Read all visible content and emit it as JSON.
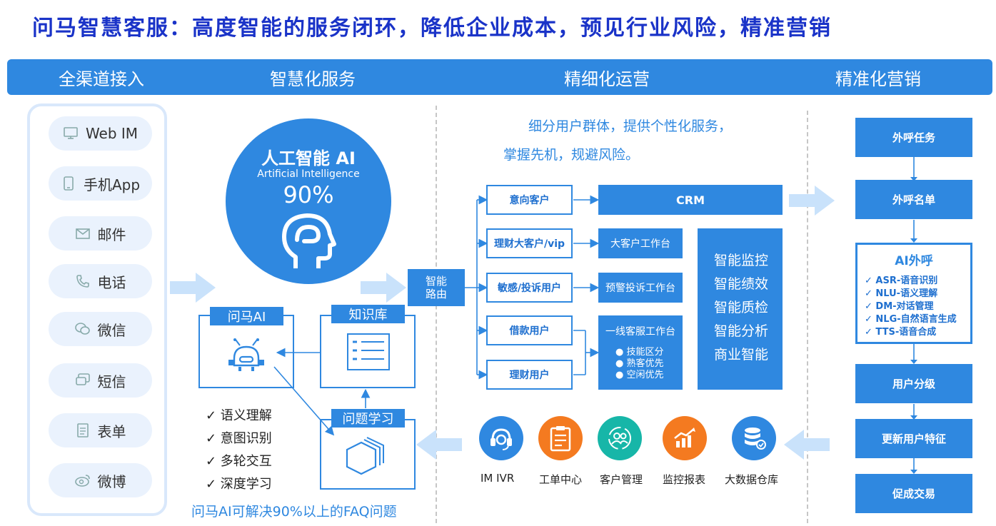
{
  "title": "问马智慧客服：高度智能的服务闭环，降低企业成本，预见行业风险，精准营销",
  "header": {
    "col1": "全渠道接入",
    "col2": "智慧化服务",
    "col3": "精细化运营",
    "col4": "精准化营销"
  },
  "channels": [
    {
      "label": "Web IM",
      "icon": "monitor-icon"
    },
    {
      "label": "手机App",
      "icon": "phone-icon"
    },
    {
      "label": "邮件",
      "icon": "mail-icon"
    },
    {
      "label": "电话",
      "icon": "telephone-icon"
    },
    {
      "label": "微信",
      "icon": "wechat-icon"
    },
    {
      "label": "短信",
      "icon": "sms-icon"
    },
    {
      "label": "表单",
      "icon": "form-icon"
    },
    {
      "label": "微博",
      "icon": "weibo-icon"
    }
  ],
  "ai": {
    "title": "人工智能 AI",
    "subtitle": "Artificial Intelligence",
    "percent": "90%"
  },
  "wenma_ai": "问马AI",
  "knowledge_base": "知识库",
  "question_learning": "问题学习",
  "ai_capabilities": [
    "✓ 语义理解",
    "✓ 意图识别",
    "✓ 多轮交互",
    "✓ 深度学习"
  ],
  "faq_note": "问马AI可解决90%以上的FAQ问题",
  "intro": {
    "line1": "细分用户群体，提供个性化服务，",
    "line2": "掌握先机，规避风险。"
  },
  "router": {
    "line1": "智能",
    "line2": "路由"
  },
  "segments": [
    "意向客户",
    "理财大客户/vip",
    "敏感/投诉用户",
    "借款用户",
    "理财用户"
  ],
  "crm": "CRM",
  "workbench": {
    "vip": "大客户工作台",
    "complaint": "预警投诉工作台",
    "frontline": "一线客服工作台",
    "bullets": [
      "技能区分",
      "熟客优先",
      "空闲优先"
    ]
  },
  "smart_list": [
    "智能监控",
    "智能绩效",
    "智能质检",
    "智能分析",
    "商业智能"
  ],
  "modules": [
    {
      "label": "IM  IVR",
      "icon": "headset-icon",
      "color": "#2f88e0"
    },
    {
      "label": "工单中心",
      "icon": "clipboard-icon",
      "color": "#f47a20"
    },
    {
      "label": "客户管理",
      "icon": "users-icon",
      "color": "#17b6a8"
    },
    {
      "label": "监控报表",
      "icon": "chart-icon",
      "color": "#f47a20"
    },
    {
      "label": "大数据仓库",
      "icon": "database-icon",
      "color": "#2f88e0"
    }
  ],
  "marketing": {
    "task": "外呼任务",
    "list": "外呼名单",
    "ai_call_title": "AI外呼",
    "ai_call_items": [
      "✓  ASR-语音识别",
      "✓  NLU-语义理解",
      "✓  DM-对话管理",
      "✓  NLG-自然语言生成",
      "✓  TTS-语音合成"
    ],
    "grading": "用户分级",
    "update": "更新用户特征",
    "deal": "促成交易"
  },
  "colors": {
    "primary": "#2f88e0",
    "title": "#1a33c8",
    "light": "#eaf2fd",
    "orange": "#f47a20",
    "teal": "#17b6a8"
  }
}
